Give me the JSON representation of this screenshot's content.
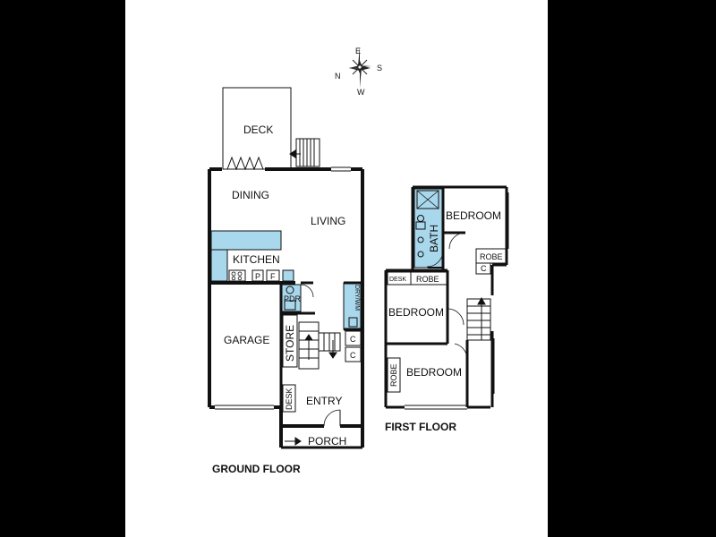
{
  "compass": {
    "e": "E",
    "s": "S",
    "w": "W",
    "n": "N"
  },
  "ground_floor": {
    "title": "GROUND FLOOR",
    "rooms": {
      "deck": "DECK",
      "dining": "DINING",
      "living": "LIVING",
      "kitchen": "KITCHEN",
      "pantry": "P",
      "fridge": "F",
      "pdr": "PDR",
      "dry_wm": "DRY/WM",
      "garage": "GARAGE",
      "store": "STORE",
      "c1": "C",
      "c2": "C",
      "desk": "DESK",
      "entry": "ENTRY",
      "porch": "PORCH"
    }
  },
  "first_floor": {
    "title": "FIRST FLOOR",
    "rooms": {
      "bedroom1": "BEDROOM",
      "bath": "BATH",
      "robe1": "ROBE",
      "c": "C",
      "desk": "DESK",
      "robe2": "ROBE",
      "bedroom2": "BEDROOM",
      "robe3": "ROBE",
      "bedroom3": "BEDROOM"
    }
  },
  "colors": {
    "wet_area": "#a9d7ec",
    "walls": "#111111",
    "background": "#ffffff",
    "side_bars": "#000000"
  }
}
